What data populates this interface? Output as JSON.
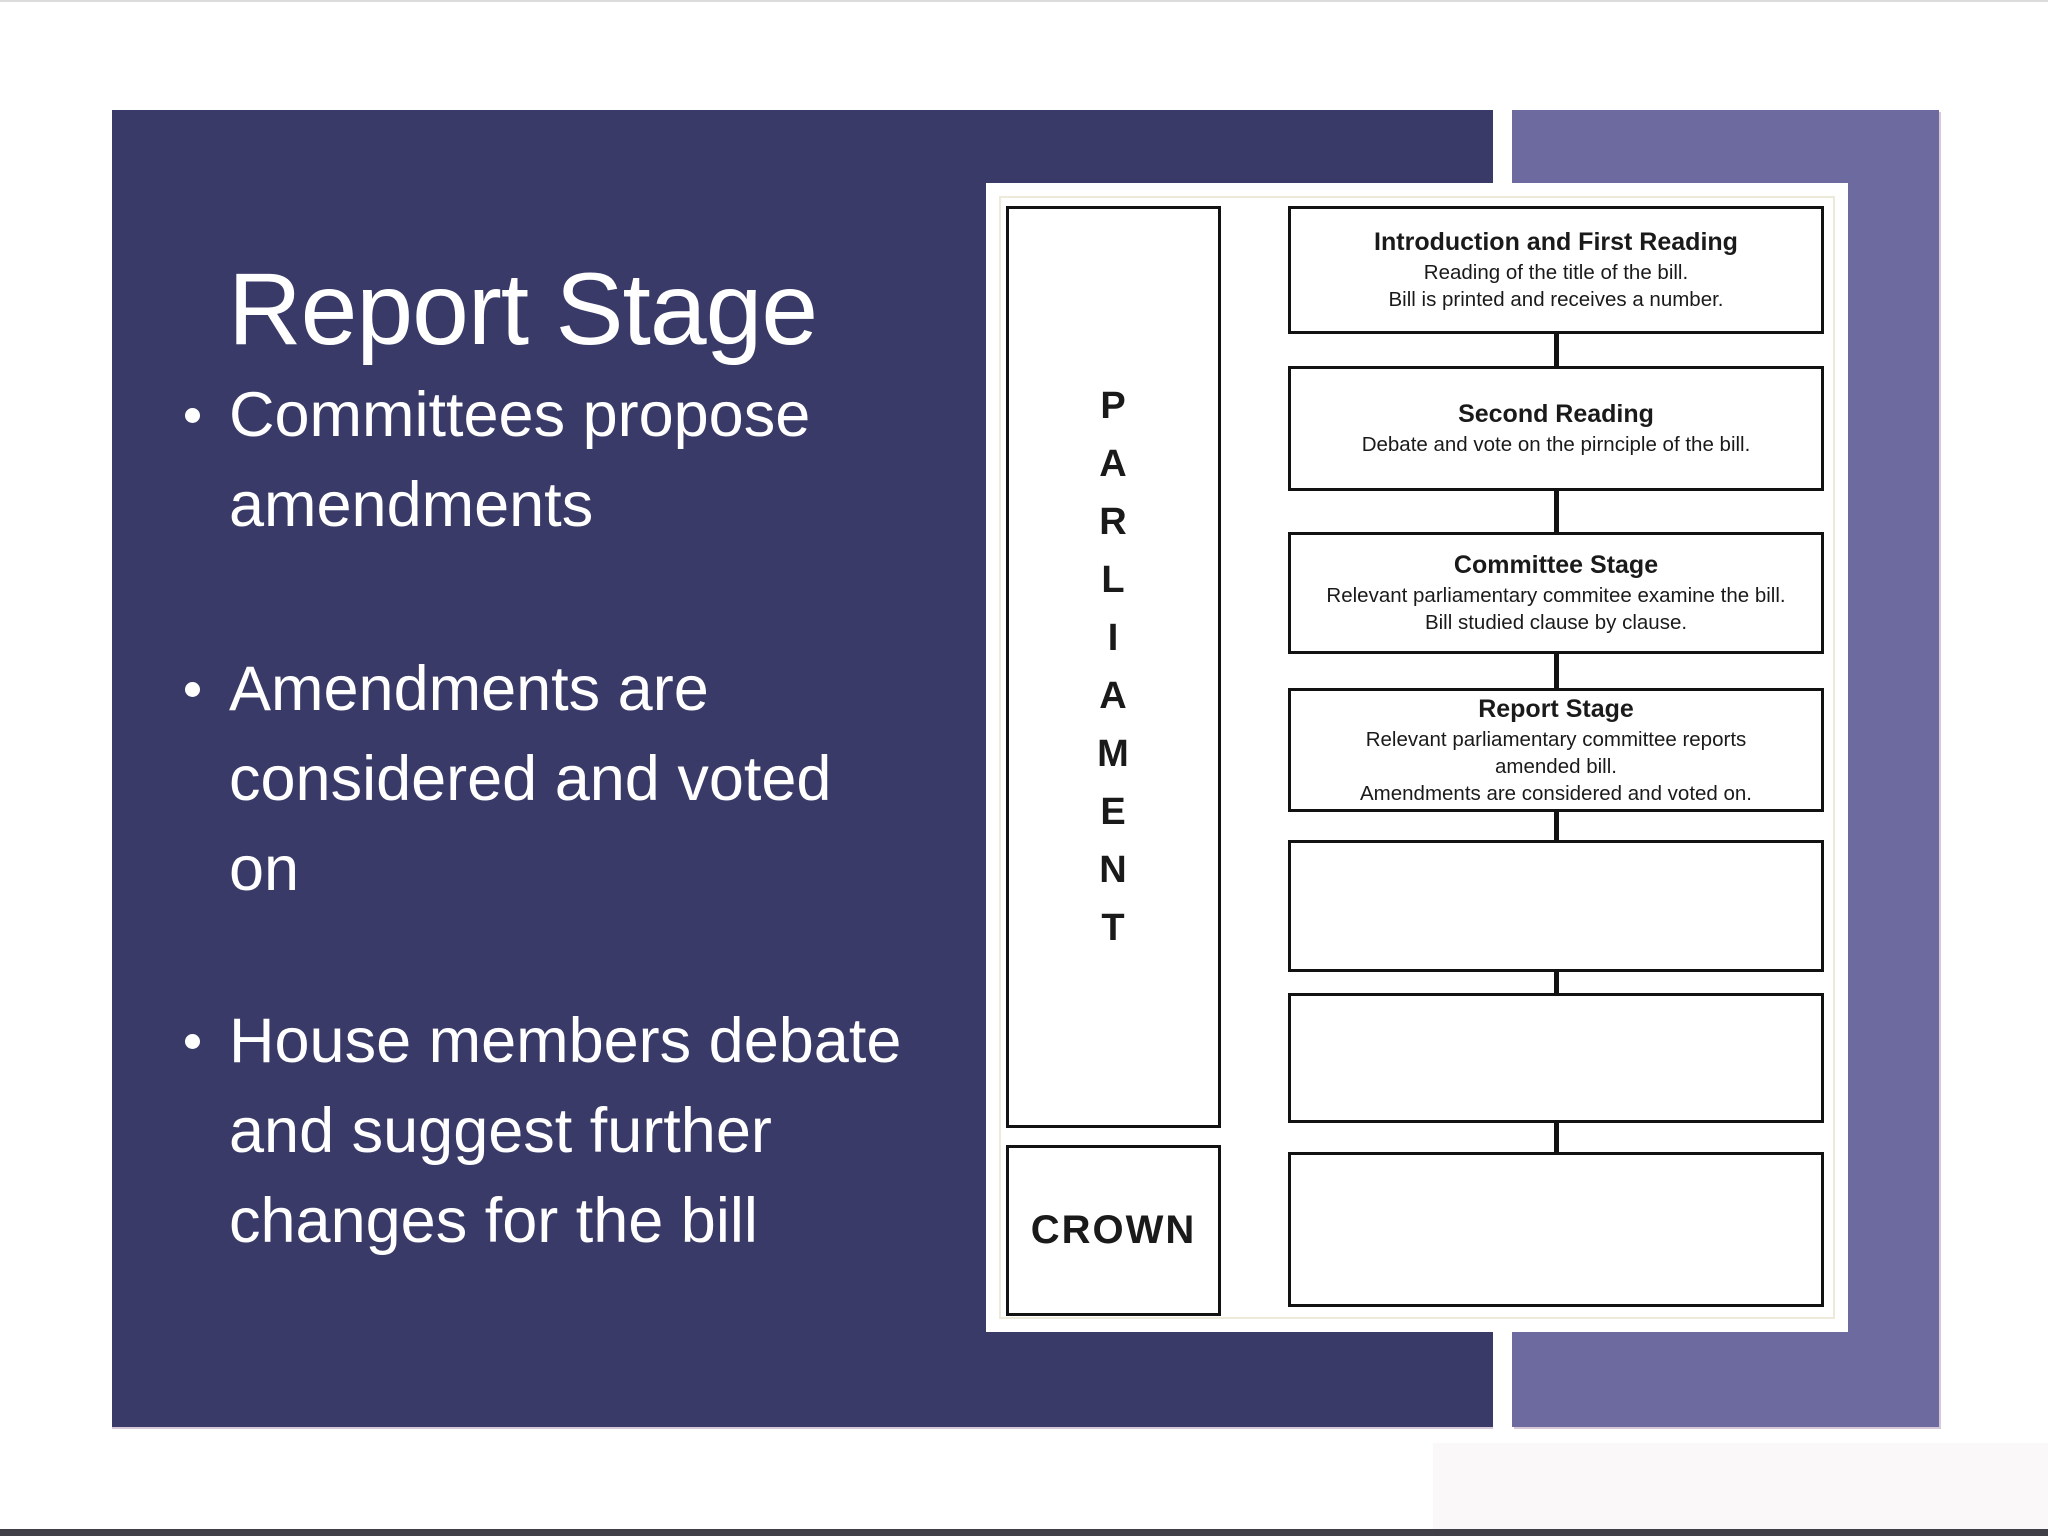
{
  "slide": {
    "title": "Report Stage",
    "bullets": [
      {
        "text": "Committees propose\namendments"
      },
      {
        "text": "Amendments are\nconsidered and voted\non"
      },
      {
        "text": "House members debate\nand suggest further\nchanges for the bill"
      }
    ]
  },
  "flowchart": {
    "parliament_label": "P\nA\nR\nL\nI\nA\nM\nE\nN\nT",
    "crown_label": "CROWN",
    "boxes": [
      {
        "title": "Introduction and First Reading",
        "body": "Reading of the title of the bill.\nBill is printed and receives a number."
      },
      {
        "title": "Second Reading",
        "body": "Debate and vote on the pirnciple of the bill."
      },
      {
        "title": "Committee Stage",
        "body": "Relevant parliamentary commitee examine the bill.\nBill studied clause by clause."
      },
      {
        "title": "Report Stage",
        "body": "Relevant parliamentary committee reports\namended bill.\nAmendments are considered and voted on."
      },
      {
        "title": "",
        "body": ""
      },
      {
        "title": "",
        "body": ""
      },
      {
        "title": "",
        "body": ""
      }
    ]
  },
  "colors": {
    "dark_panel": "#3a3a68",
    "accent_panel": "#6c6a9e",
    "slide_text": "#ffffff",
    "box_border": "#121212",
    "box_text": "#1a1a1a",
    "panel_bg": "#ffffff",
    "cream_border": "#eeeada",
    "bottom_bar": "#403f47",
    "hairline": "#d6c8d6"
  }
}
